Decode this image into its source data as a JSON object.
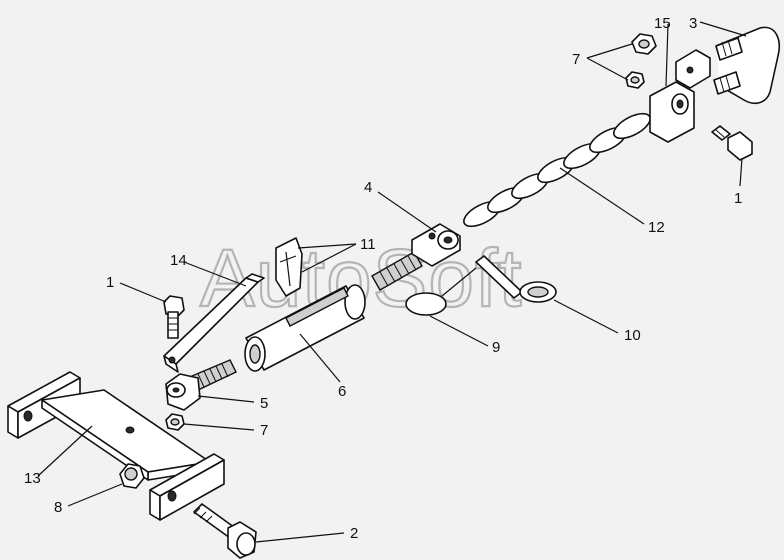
{
  "watermark": "AutoSoft",
  "callouts": [
    "1",
    "1",
    "2",
    "3",
    "4",
    "5",
    "6",
    "7",
    "7",
    "8",
    "9",
    "10",
    "11",
    "12",
    "13",
    "14",
    "15"
  ],
  "colors": {
    "background": "#f2f2f2",
    "line": "#111111",
    "watermark": "#b4b4b4"
  }
}
